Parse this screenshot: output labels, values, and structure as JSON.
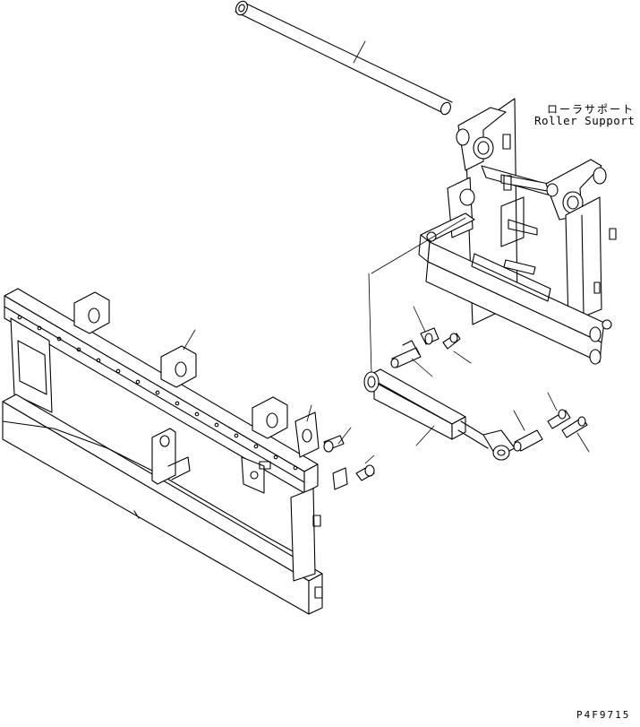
{
  "diagram": {
    "labels": {
      "roller_support_jp": "ローラサポート",
      "roller_support_en": "Roller Support"
    },
    "drawing_code": "P4F9715"
  }
}
